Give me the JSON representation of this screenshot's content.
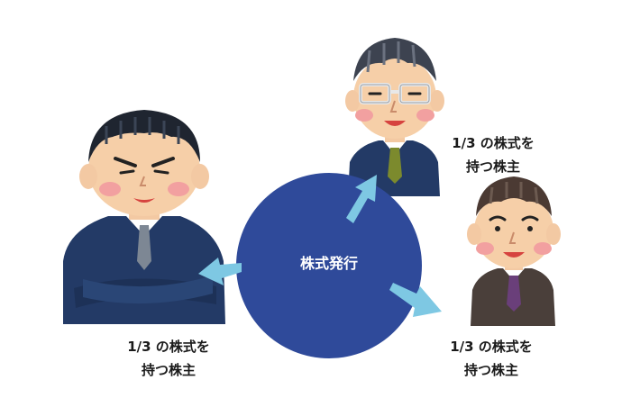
{
  "center": {
    "label": "株式発行",
    "color": "#2f4a9a"
  },
  "arrow_color": "#7ec8e3",
  "shareholders": [
    {
      "id": "left",
      "line1": "1/3 の株式を",
      "line2": "持つ株主",
      "suit_color": "#233a66",
      "tie_color": "#7d8794"
    },
    {
      "id": "top-right",
      "line1": "1/3 の株式を",
      "line2": "持つ株主",
      "suit_color": "#233a66",
      "tie_color": "#7c8a2d",
      "glasses": true
    },
    {
      "id": "bottom-right",
      "line1": "1/3 の株式を",
      "line2": "持つ株主",
      "suit_color": "#4a3f3a",
      "tie_color": "#6a3f7a"
    }
  ]
}
